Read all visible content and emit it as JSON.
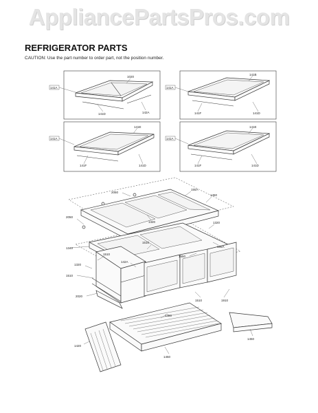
{
  "watermark": "AppliancePartsPros.com",
  "header": {
    "title": "REFRIGERATOR PARTS",
    "caution": "CAUTION: Use the part number to order part, not the position number."
  },
  "callouts": {
    "box1": [
      "141A",
      "1020",
      "141D",
      "142A"
    ],
    "box2": [
      "141A",
      "141B",
      "141F",
      "141D"
    ],
    "box3": [
      "141A",
      "141E",
      "141F",
      "141D"
    ],
    "box4": [
      "141A",
      "141E",
      "141F",
      "141D"
    ],
    "main": [
      "2050",
      "155A",
      "1450",
      "2050",
      "1320",
      "1340",
      "1510",
      "1320",
      "155A",
      "1510",
      "1550",
      "142A",
      "1320",
      "1510",
      "2020",
      "1510",
      "1910",
      "1450",
      "1420",
      "1450"
    ]
  }
}
